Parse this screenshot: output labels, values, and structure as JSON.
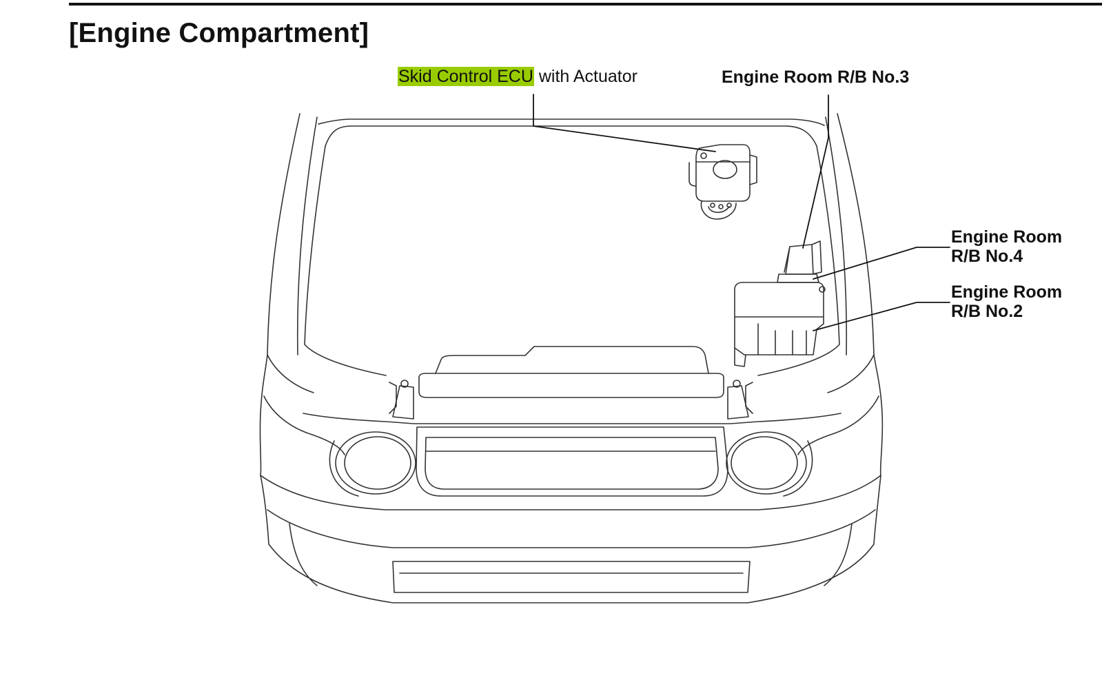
{
  "section": {
    "title": "[Engine Compartment]"
  },
  "callouts": {
    "ecu": {
      "highlighted": "Skid Control ECU",
      "rest": " with Actuator",
      "highlight_color": "#99cc00"
    },
    "rb3": {
      "text": "Engine Room R/B No.3"
    },
    "rb4": {
      "line1": "Engine Room",
      "line2": "R/B No.4"
    },
    "rb2": {
      "line1": "Engine Room",
      "line2": "R/B No.2"
    }
  }
}
